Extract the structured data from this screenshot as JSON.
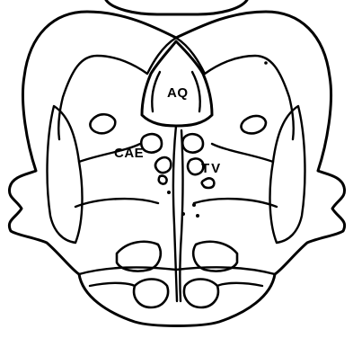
{
  "labels": {
    "aq": "AQ",
    "cae": "CAE",
    "tv": "TV"
  },
  "colors": {
    "line": "#000000",
    "background": "#ffffff"
  }
}
